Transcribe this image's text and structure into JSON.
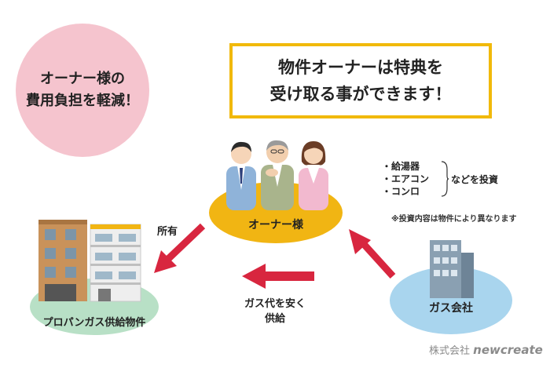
{
  "badge": {
    "line1": "オーナー様の",
    "line2": "費用負担を軽減！"
  },
  "headline": {
    "line1": "物件オーナーは特典を",
    "line2": "受け取る事ができます！"
  },
  "owner": {
    "label": "オーナー様"
  },
  "investment": {
    "items": [
      "・給湯器",
      "・エアコン",
      "・コンロ"
    ],
    "suffix": "などを投資",
    "note": "※投資内容は物件により異なります"
  },
  "ownership": {
    "label": "所有"
  },
  "property": {
    "label": "プロパンガス供給物件"
  },
  "gas_company": {
    "label": "ガス会社"
  },
  "supply": {
    "line1": "ガス代を安く",
    "line2": "供給"
  },
  "brand": {
    "prefix": "株式会社",
    "name": "newcreate"
  },
  "colors": {
    "arrow": "#d8263f",
    "owner": "#f1b513",
    "border": "#f1b90a"
  }
}
